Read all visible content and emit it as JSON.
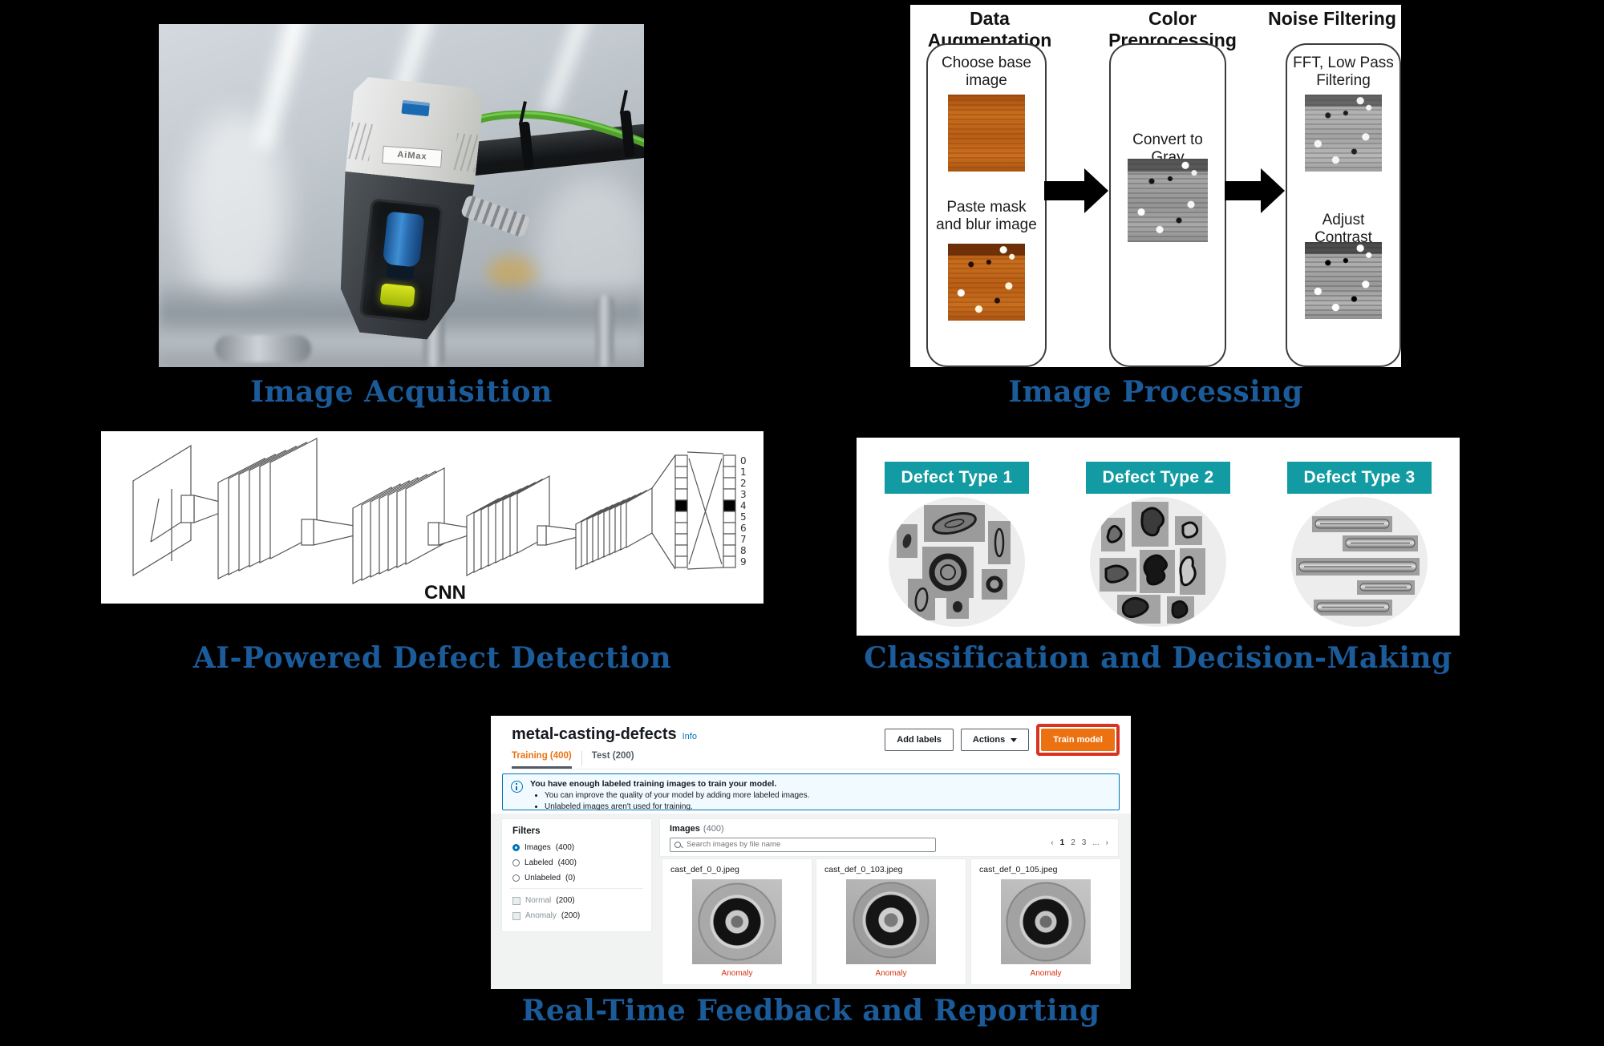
{
  "colors": {
    "caption_blue": "#1b5b99",
    "teal": "#129ba2",
    "aws_orange": "#ec7211",
    "highlight_red": "#d8331f",
    "anomaly_red": "#d13212",
    "link_blue": "#0073bb"
  },
  "captions": {
    "acquisition": "Image Acquisition",
    "processing": "Image Processing",
    "detection": "AI-Powered Defect Detection",
    "classification": "Classification and Decision-Making",
    "feedback": "Real-Time Feedback and Reporting"
  },
  "acquisition": {
    "device_label": "AiMax"
  },
  "processing": {
    "headings": [
      "Data Augmentation",
      "Color Preprocessing",
      "Noise Filtering"
    ],
    "col1": {
      "step1": "Choose base image",
      "step2": "Paste mask and blur image"
    },
    "col2": {
      "step1": "Convert to Gray"
    },
    "col3": {
      "step1": "FFT, Low Pass Filtering",
      "step2": "Adjust Contrast"
    }
  },
  "detection": {
    "label": "CNN",
    "digits": [
      "0",
      "1",
      "2",
      "3",
      "4",
      "5",
      "6",
      "7",
      "8",
      "9"
    ],
    "highlighted_digit": "4"
  },
  "classification": {
    "types": [
      "Defect Type 1",
      "Defect Type 2",
      "Defect Type 3"
    ]
  },
  "feedback": {
    "title": "metal-casting-defects",
    "info_link": "Info",
    "buttons": {
      "add_labels": "Add labels",
      "actions": "Actions",
      "train_model": "Train model"
    },
    "tabs": [
      {
        "label": "Training (400)"
      },
      {
        "label": "Test (200)"
      }
    ],
    "banner": {
      "heading": "You have enough labeled training images to train your model.",
      "bullets": [
        "You can improve the quality of your model by adding more labeled images.",
        "Unlabeled images aren't used for training."
      ]
    },
    "filters": {
      "title": "Filters",
      "options": [
        {
          "label": "Images",
          "count": "(400)",
          "selected": true
        },
        {
          "label": "Labeled",
          "count": "(400)",
          "selected": false
        },
        {
          "label": "Unlabeled",
          "count": "(0)",
          "selected": false
        }
      ],
      "classes": [
        {
          "label": "Normal",
          "count": "(200)"
        },
        {
          "label": "Anomaly",
          "count": "(200)"
        }
      ]
    },
    "images_header": {
      "label": "Images",
      "count": "(400)"
    },
    "search_placeholder": "Search images by file name",
    "pagination": {
      "prev": "‹",
      "pages": [
        "1",
        "2",
        "3",
        "..."
      ],
      "next": "›"
    },
    "cards": [
      {
        "filename": "cast_def_0_0.jpeg",
        "label": "Anomaly"
      },
      {
        "filename": "cast_def_0_103.jpeg",
        "label": "Anomaly"
      },
      {
        "filename": "cast_def_0_105.jpeg",
        "label": "Anomaly"
      }
    ]
  }
}
